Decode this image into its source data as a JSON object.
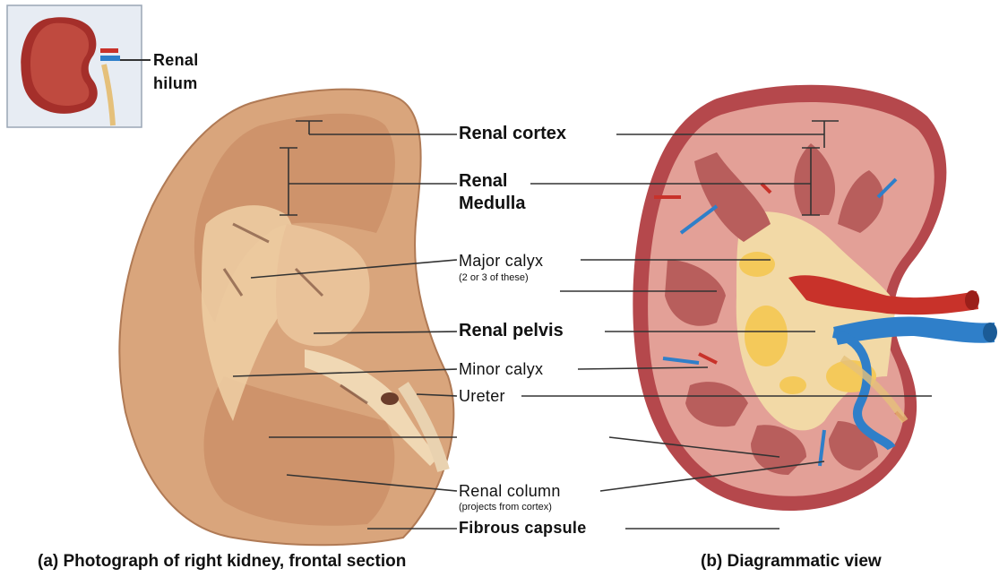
{
  "inset": {
    "hilum_label_line1": "Renal",
    "hilum_label_line2": "hilum"
  },
  "labels": {
    "renal_cortex": "Renal cortex",
    "renal_medulla_line1": "Renal",
    "renal_medulla_line2": "Medulla",
    "major_calyx": "Major calyx",
    "major_calyx_note": "(2 or 3 of these)",
    "renal_pelvis": "Renal pelvis",
    "minor_calyx": "Minor calyx",
    "ureter": "Ureter",
    "renal_column": "Renal column",
    "renal_column_note": "(projects from cortex)",
    "fibrous_capsule": "Fibrous capsule"
  },
  "captions": {
    "photo": "(a) Photograph of right kidney, frontal section",
    "diagram": "(b) Diagrammatic view"
  },
  "colors": {
    "photo_tissue": "#d9a57c",
    "photo_cortex": "#c98e66",
    "diagram_capsule": "#b5484c",
    "diagram_cortex": "#e3a097",
    "pyramid": "#b85e5c",
    "pelvis": "#f2d9a6",
    "fat": "#f4c95a",
    "artery": "#c8322a",
    "vein": "#2f7fc9"
  }
}
